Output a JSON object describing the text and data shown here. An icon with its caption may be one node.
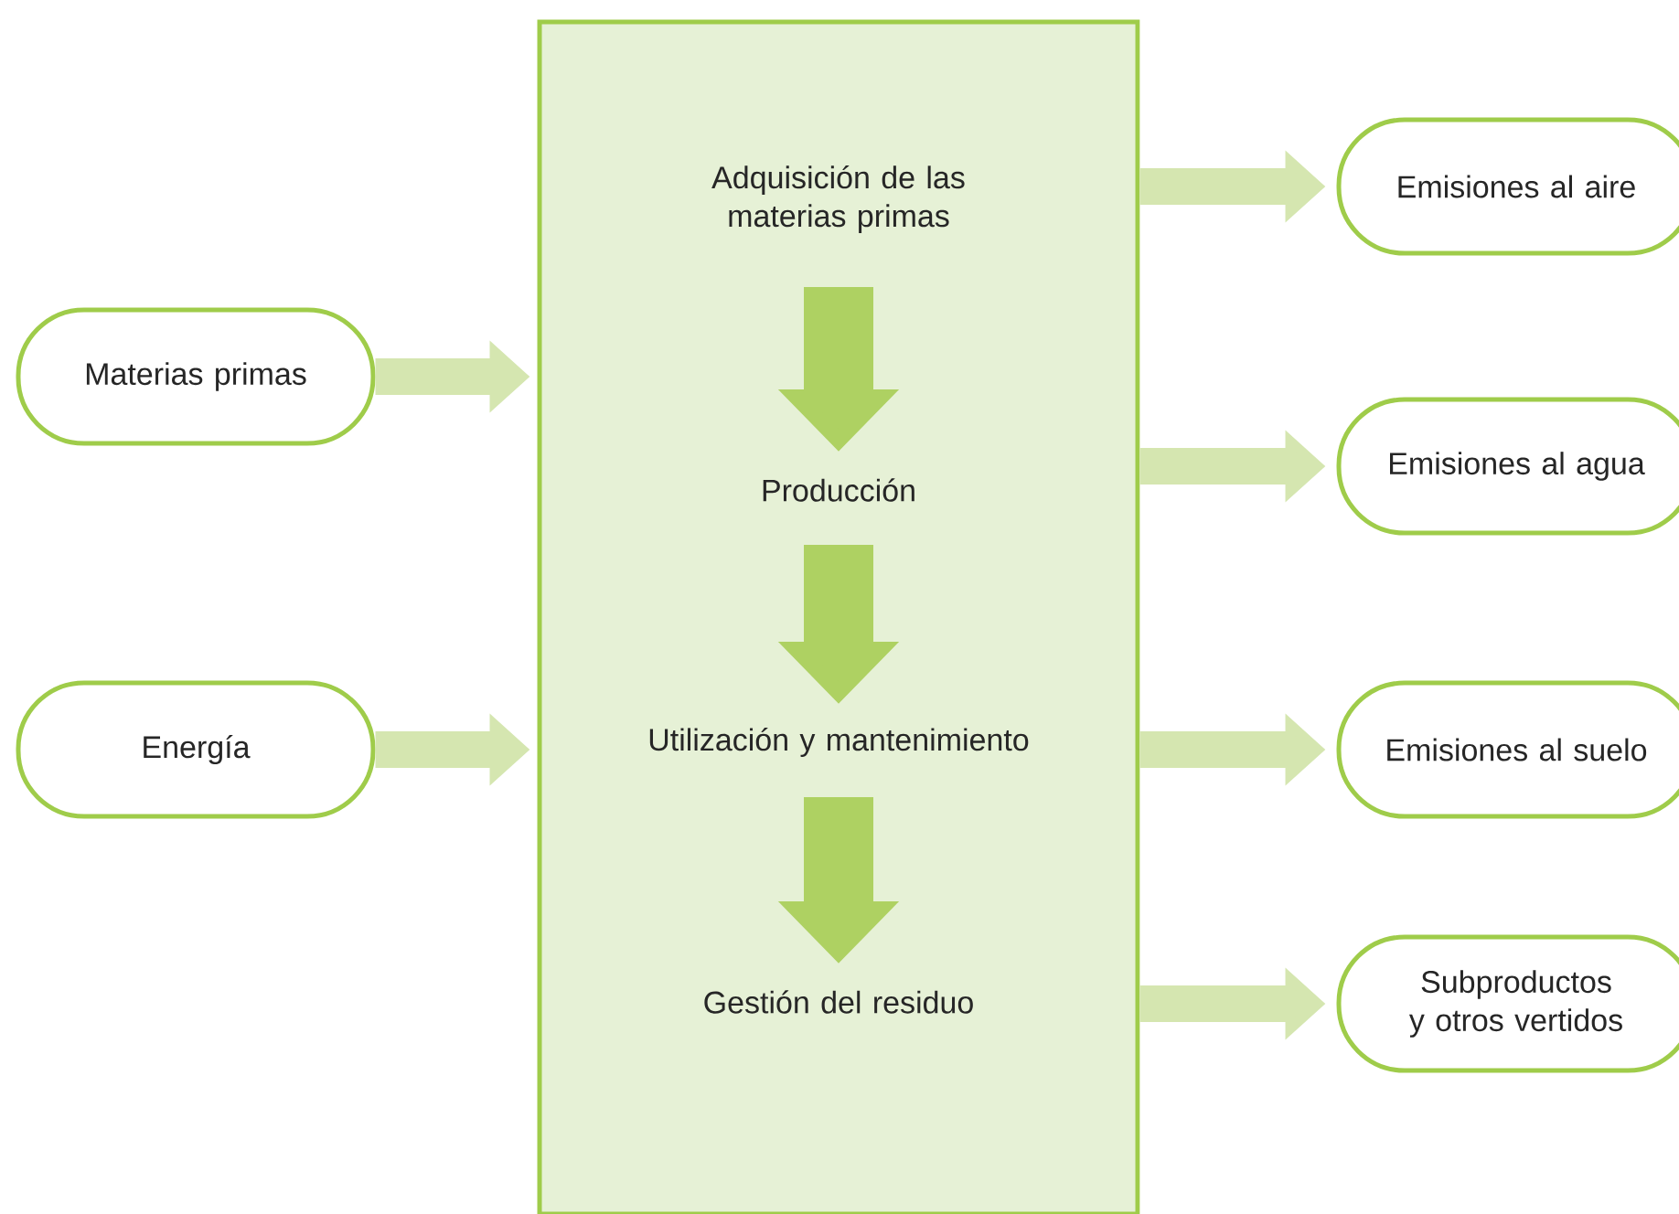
{
  "diagram": {
    "nodes": [
      {
        "text": [],
        "shape": "box"
      },
      {
        "text": [
          "Adquisición de las materias primas"
        ],
        "in": 0
      },
      {
        "text": [
          "Producción"
        ],
        "in": 0
      },
      {
        "text": [
          "Utilización y mantenimiento"
        ],
        "in": 0
      },
      {
        "text": [
          "Gestión del residuo"
        ],
        "in": 0
      },
      {
        "text": [
          "Materias primas"
        ]
      },
      {
        "text": [
          "Energía"
        ]
      },
      {
        "text": [
          "Emisiones al aire"
        ]
      },
      {
        "text": [
          "Emisiones al agua"
        ]
      },
      {
        "text": [
          "Emisiones al suelo"
        ]
      },
      {
        "text": [
          "Subproductos y otros vertidos"
        ]
      }
    ],
    "edges": [
      {
        "from": 1,
        "to": 2,
        "arrow": "to",
        "style": "thick",
        "color": "#aed162"
      },
      {
        "from": 2,
        "to": 3,
        "arrow": "to",
        "style": "thick",
        "color": "#aed162"
      },
      {
        "from": 3,
        "to": 4,
        "arrow": "to",
        "style": "thick",
        "color": "#aed162"
      },
      {
        "from": 5,
        "to": 0,
        "arrow": "to"
      },
      {
        "from": 6,
        "to": 0,
        "arrow": "to"
      },
      {
        "from": 0,
        "to": 7,
        "arrow": "to"
      },
      {
        "from": 0,
        "to": 8,
        "arrow": "to"
      },
      {
        "from": 0,
        "to": 9,
        "arrow": "to"
      },
      {
        "from": 0,
        "to": 10,
        "arrow": "to"
      }
    ]
  }
}
